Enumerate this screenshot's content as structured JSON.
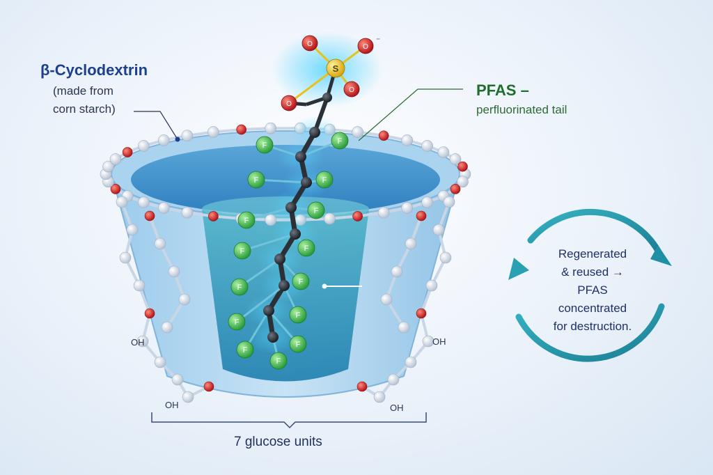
{
  "labels": {
    "cyclodextrin": {
      "title": "β-Cyclodextrin",
      "sub_line1": "(made from",
      "sub_line2": "corn starch)"
    },
    "pfas": {
      "title": "PFAS –",
      "sub": "perfluorinated tail"
    },
    "cycle": {
      "line1": "Regenerated",
      "line2": "& reused →",
      "line3": "PFAS",
      "line4": "concentrated",
      "line5": "for destruction."
    },
    "glucose_units": "7 glucose units",
    "hydroxyl": [
      "OH",
      "OH",
      "OH",
      "OH"
    ],
    "atoms": {
      "sulfur": "S",
      "oxygen": "O",
      "oxygen_anion": "O⁻",
      "fluorine": "F"
    }
  },
  "colors": {
    "cyclodextrin_label": "#1d3f8c",
    "pfas_label": "#1f6e2d",
    "cycle_arrow": "#1f8fa3",
    "cup": "#8cc3e6",
    "fluorine": "#3cb54a",
    "oxygen": "#d12a2a",
    "sulfur": "#e8c21a",
    "carbon": "#2b2f36"
  }
}
